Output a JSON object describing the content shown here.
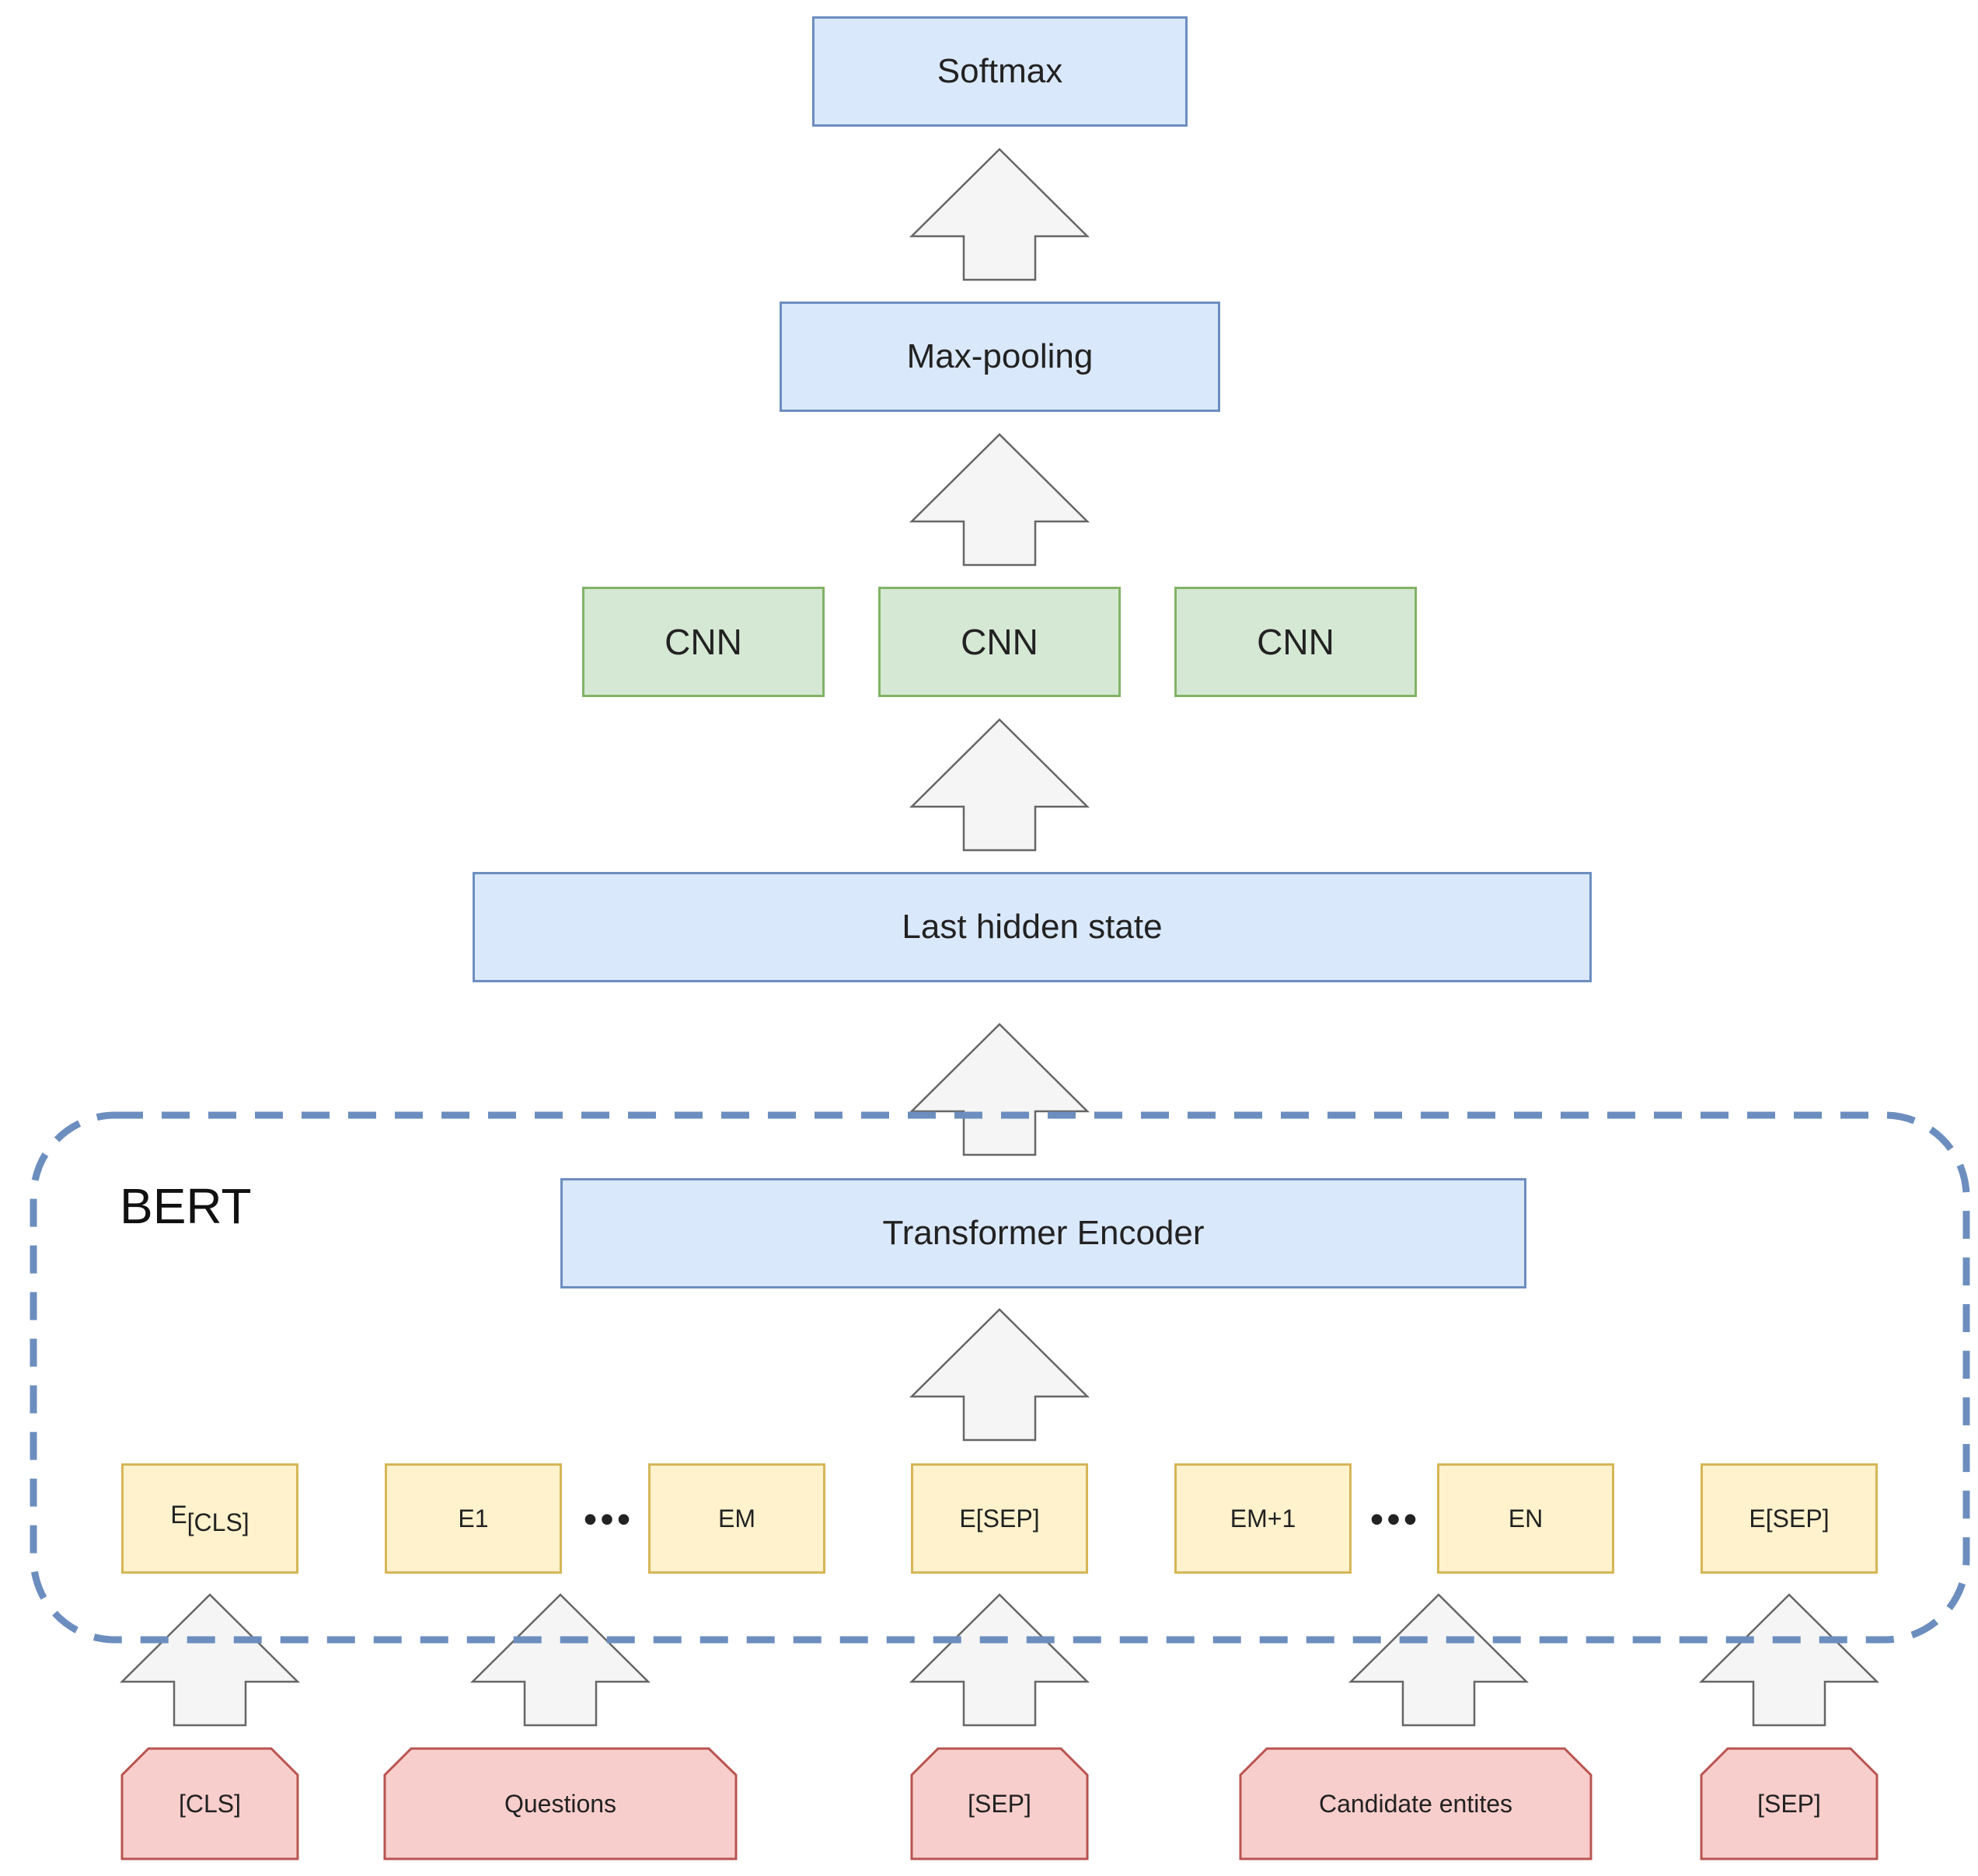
{
  "layers": {
    "softmax": "Softmax",
    "max_pooling": "Max-pooling",
    "cnn": [
      "CNN",
      "CNN",
      "CNN"
    ],
    "last_hidden_state": "Last hidden state",
    "transformer_encoder": "Transformer Encoder"
  },
  "bert": {
    "label": "BERT"
  },
  "embeddings": {
    "cls_main": "E",
    "cls_sub": "[CLS]",
    "e1": "E1",
    "em": "EM",
    "sep1": "E[SEP]",
    "em1": "EM+1",
    "en": "EN",
    "sep2": "E[SEP]",
    "ellipsis": "•••"
  },
  "inputs": {
    "cls": "[CLS]",
    "questions": "Questions",
    "sep1": "[SEP]",
    "candidates": "Candidate entites",
    "sep2": "[SEP]"
  },
  "colors": {
    "blue_fill": "#dae8fc",
    "blue_border": "#6c8ebf",
    "green_fill": "#d5e8d4",
    "green_border": "#82b366",
    "yellow_fill": "#fff2cc",
    "yellow_border": "#d6b656",
    "red_fill": "#f8cecc",
    "red_border": "#b85450",
    "arrow_fill": "#f5f5f5",
    "arrow_border": "#666666",
    "dashed_border": "#6c8ebf"
  }
}
